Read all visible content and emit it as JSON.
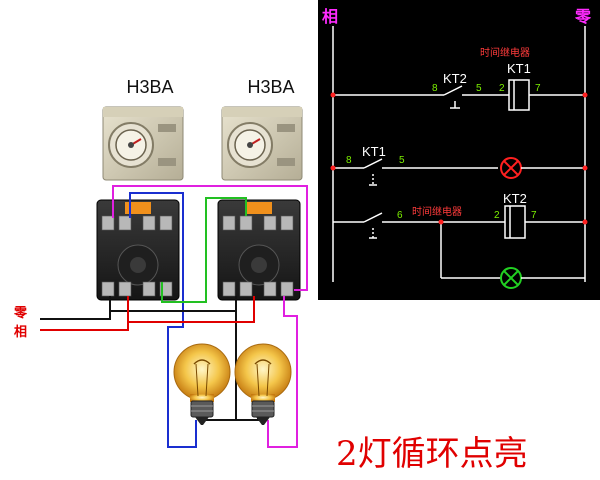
{
  "timer_model_left": "H3BA",
  "timer_model_right": "H3BA",
  "label_neutral": "零",
  "label_phase": "相",
  "caption": "2灯循环点亮",
  "schematic": {
    "rail_left": "相",
    "rail_right": "零",
    "timer_relay_text_1": "时间继电器",
    "timer_relay_text_2": "时间继电器",
    "kt2_contact": "KT2",
    "kt1_coil": "KT1",
    "kt1_contact": "KT1",
    "kt2_coil": "KT2",
    "pin_8a": "8",
    "pin_5a": "5",
    "pin_2a": "2",
    "pin_7a": "7",
    "pin_8b": "8",
    "pin_5b": "5",
    "pin_6": "6",
    "pin_2b": "2",
    "pin_7b": "7"
  },
  "colors": {
    "panel_bg": "#000000",
    "rail_left": "#ff2bff",
    "rail_right": "#ff2bff",
    "pin_label": "#7cf000",
    "relay_text": "#ff3b3b",
    "wire_red": "#e00000",
    "wire_blue": "#1a2fd0",
    "wire_green": "#22c022",
    "wire_magenta": "#e020e0",
    "caption": "#e00000"
  }
}
